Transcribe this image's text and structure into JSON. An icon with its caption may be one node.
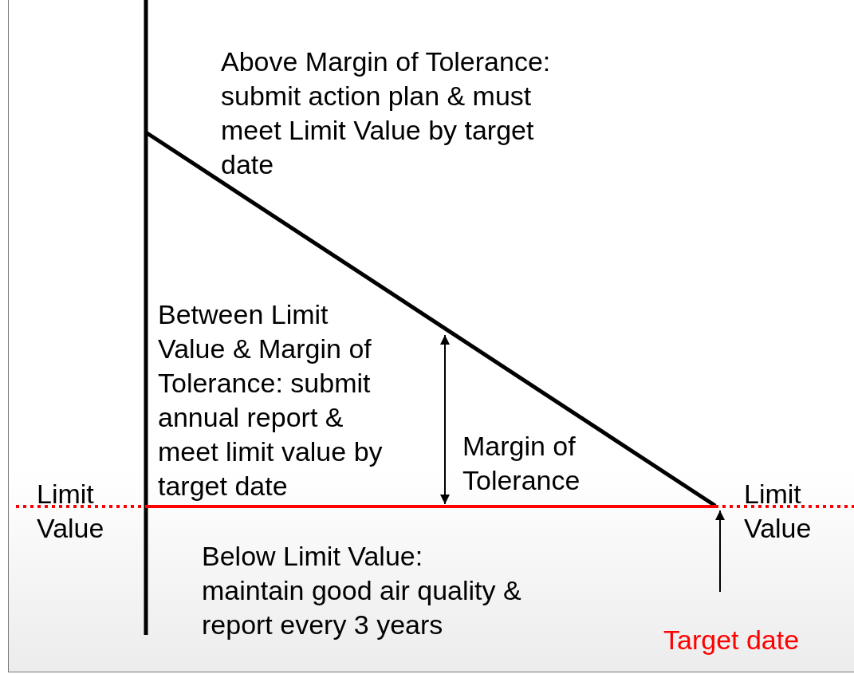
{
  "diagram": {
    "labels": [
      "Above Margin of Tolerance: submit action plan & must meet Limit Value by target date",
      "Between Limit Value & Margin of Tolerance: submit annual report & meet limit value by target date",
      "Margin of Tolerance",
      "Limit Value",
      "Limit Value",
      "Below Limit Value: maintain good air quality & report every 3 years",
      "Target date"
    ]
  }
}
